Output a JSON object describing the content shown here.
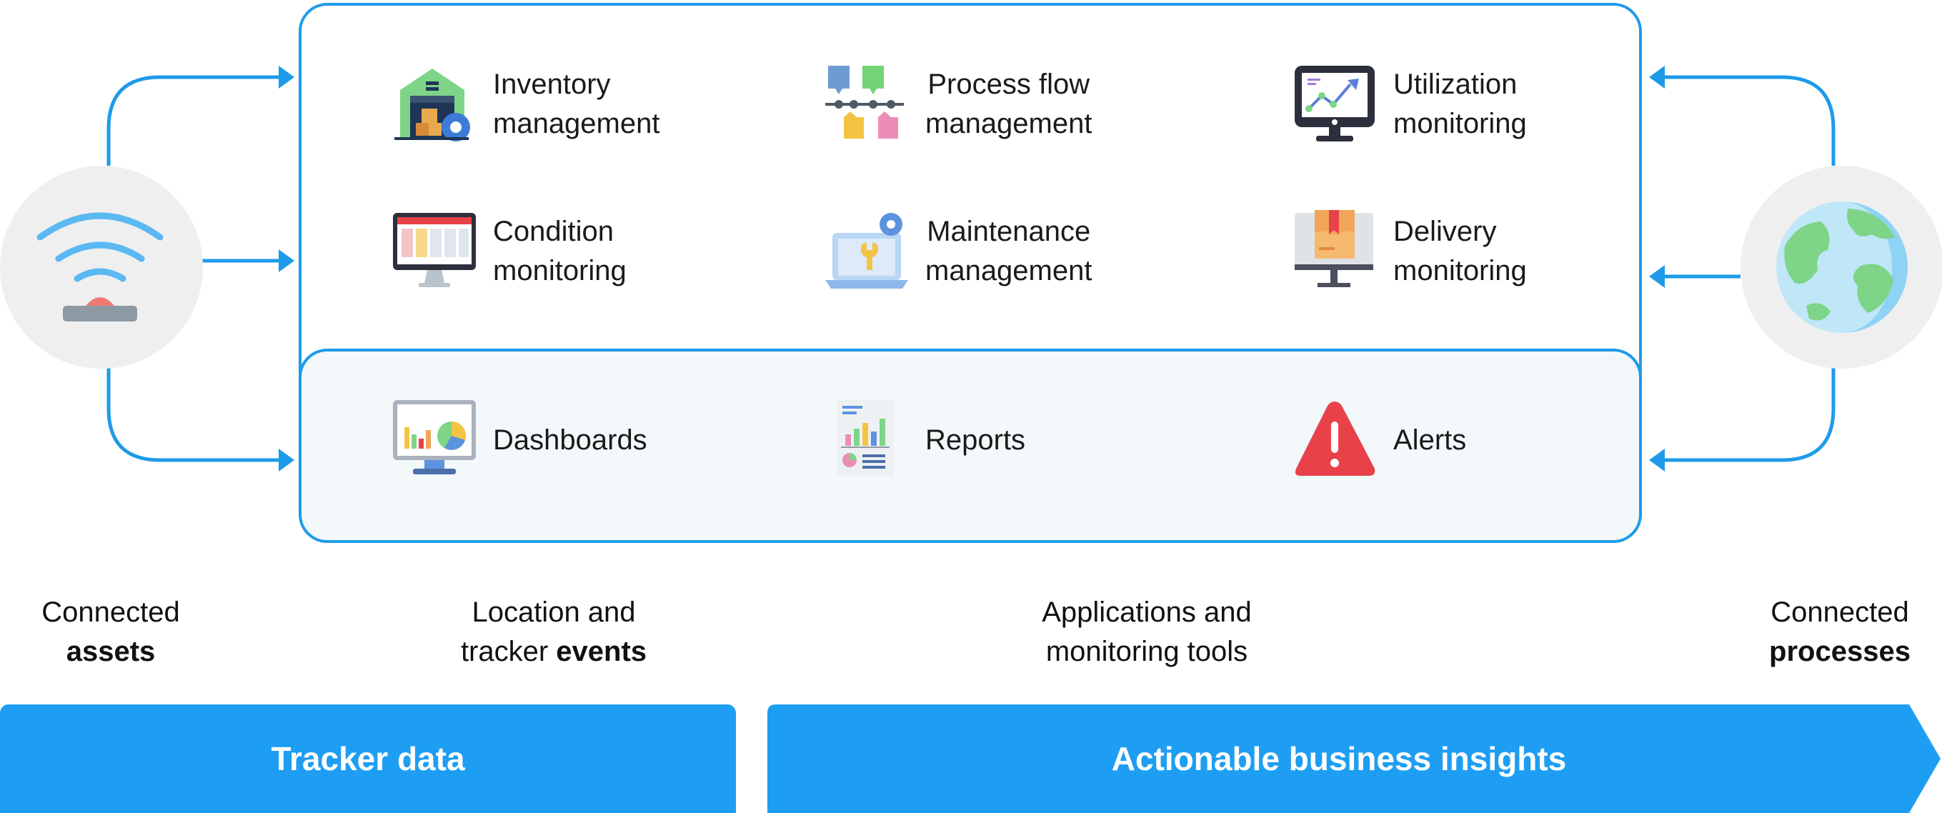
{
  "colors": {
    "accent": "#1e9be8",
    "banner": "#1e9ef3",
    "alert": "#e8414a"
  },
  "left_node": {
    "icon": "wireless-tracker-icon"
  },
  "right_node": {
    "icon": "globe-icon"
  },
  "apps": [
    {
      "icon": "warehouse-icon",
      "label": "Inventory\nmanagement"
    },
    {
      "icon": "process-flow-icon",
      "label": "Process flow\nmanagement"
    },
    {
      "icon": "utilization-monitor-icon",
      "label": "Utilization\nmonitoring"
    },
    {
      "icon": "condition-monitor-icon",
      "label": "Condition\nmonitoring"
    },
    {
      "icon": "maintenance-laptop-icon",
      "label": "Maintenance\nmanagement"
    },
    {
      "icon": "delivery-monitor-icon",
      "label": "Delivery\nmonitoring"
    }
  ],
  "tools": [
    {
      "icon": "dashboard-icon",
      "label": "Dashboards"
    },
    {
      "icon": "report-icon",
      "label": "Reports"
    },
    {
      "icon": "alert-icon",
      "label": "Alerts"
    }
  ],
  "captions": {
    "assets": {
      "line1": "Connected",
      "bold": "assets"
    },
    "events": {
      "line1": "Location and",
      "line2_plain": "tracker ",
      "bold": "events"
    },
    "tools": {
      "line1": "Applications and",
      "line2": "monitoring tools"
    },
    "processes": {
      "line1": "Connected",
      "bold": "processes"
    }
  },
  "banners": {
    "left": "Tracker data",
    "right": "Actionable business insights"
  }
}
